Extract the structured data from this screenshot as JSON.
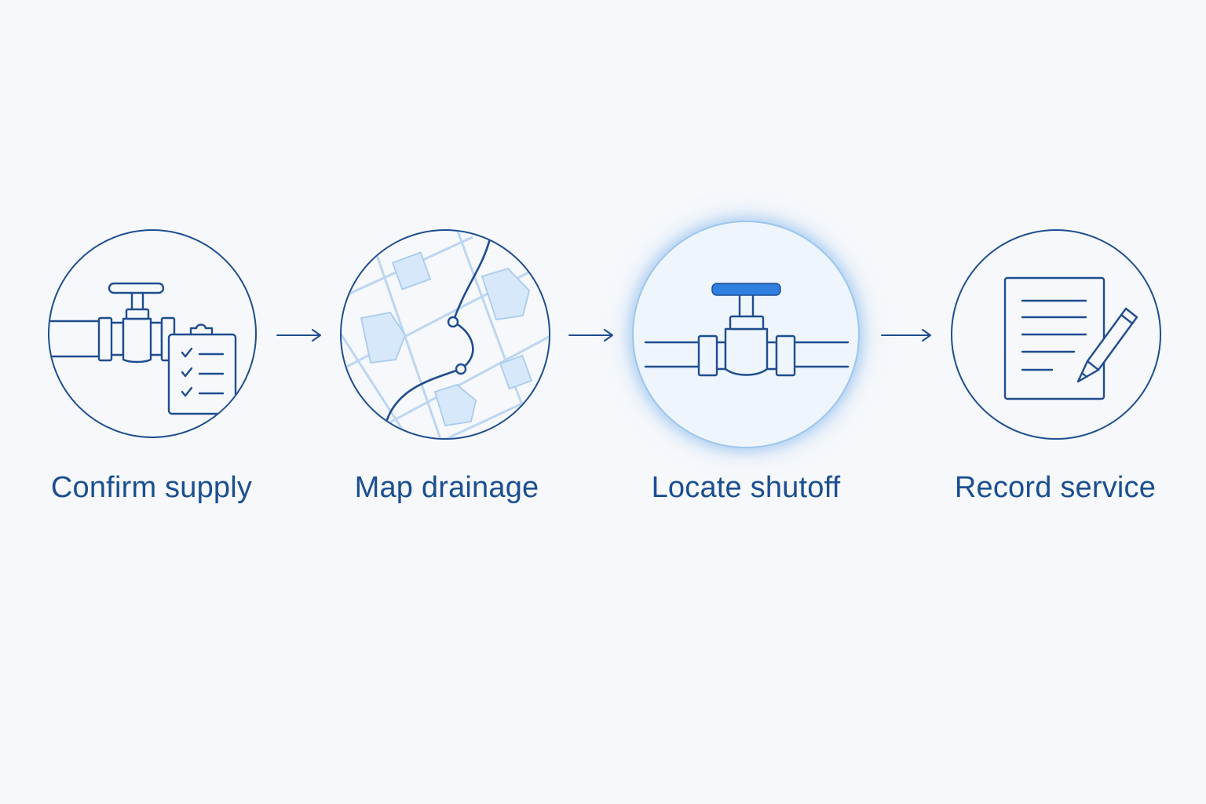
{
  "steps": [
    {
      "label": "Confirm supply",
      "icon": "valve-clipboard-icon",
      "active": false
    },
    {
      "label": "Map drainage",
      "icon": "drainage-map-icon",
      "active": false
    },
    {
      "label": "Locate shutoff",
      "icon": "shutoff-valve-icon",
      "active": true
    },
    {
      "label": "Record service",
      "icon": "document-pencil-icon",
      "active": false
    }
  ],
  "colors": {
    "stroke": "#1f4d8f",
    "accent": "#2f7fe0",
    "label": "#1b4f91",
    "background": "#f6f8fb"
  }
}
